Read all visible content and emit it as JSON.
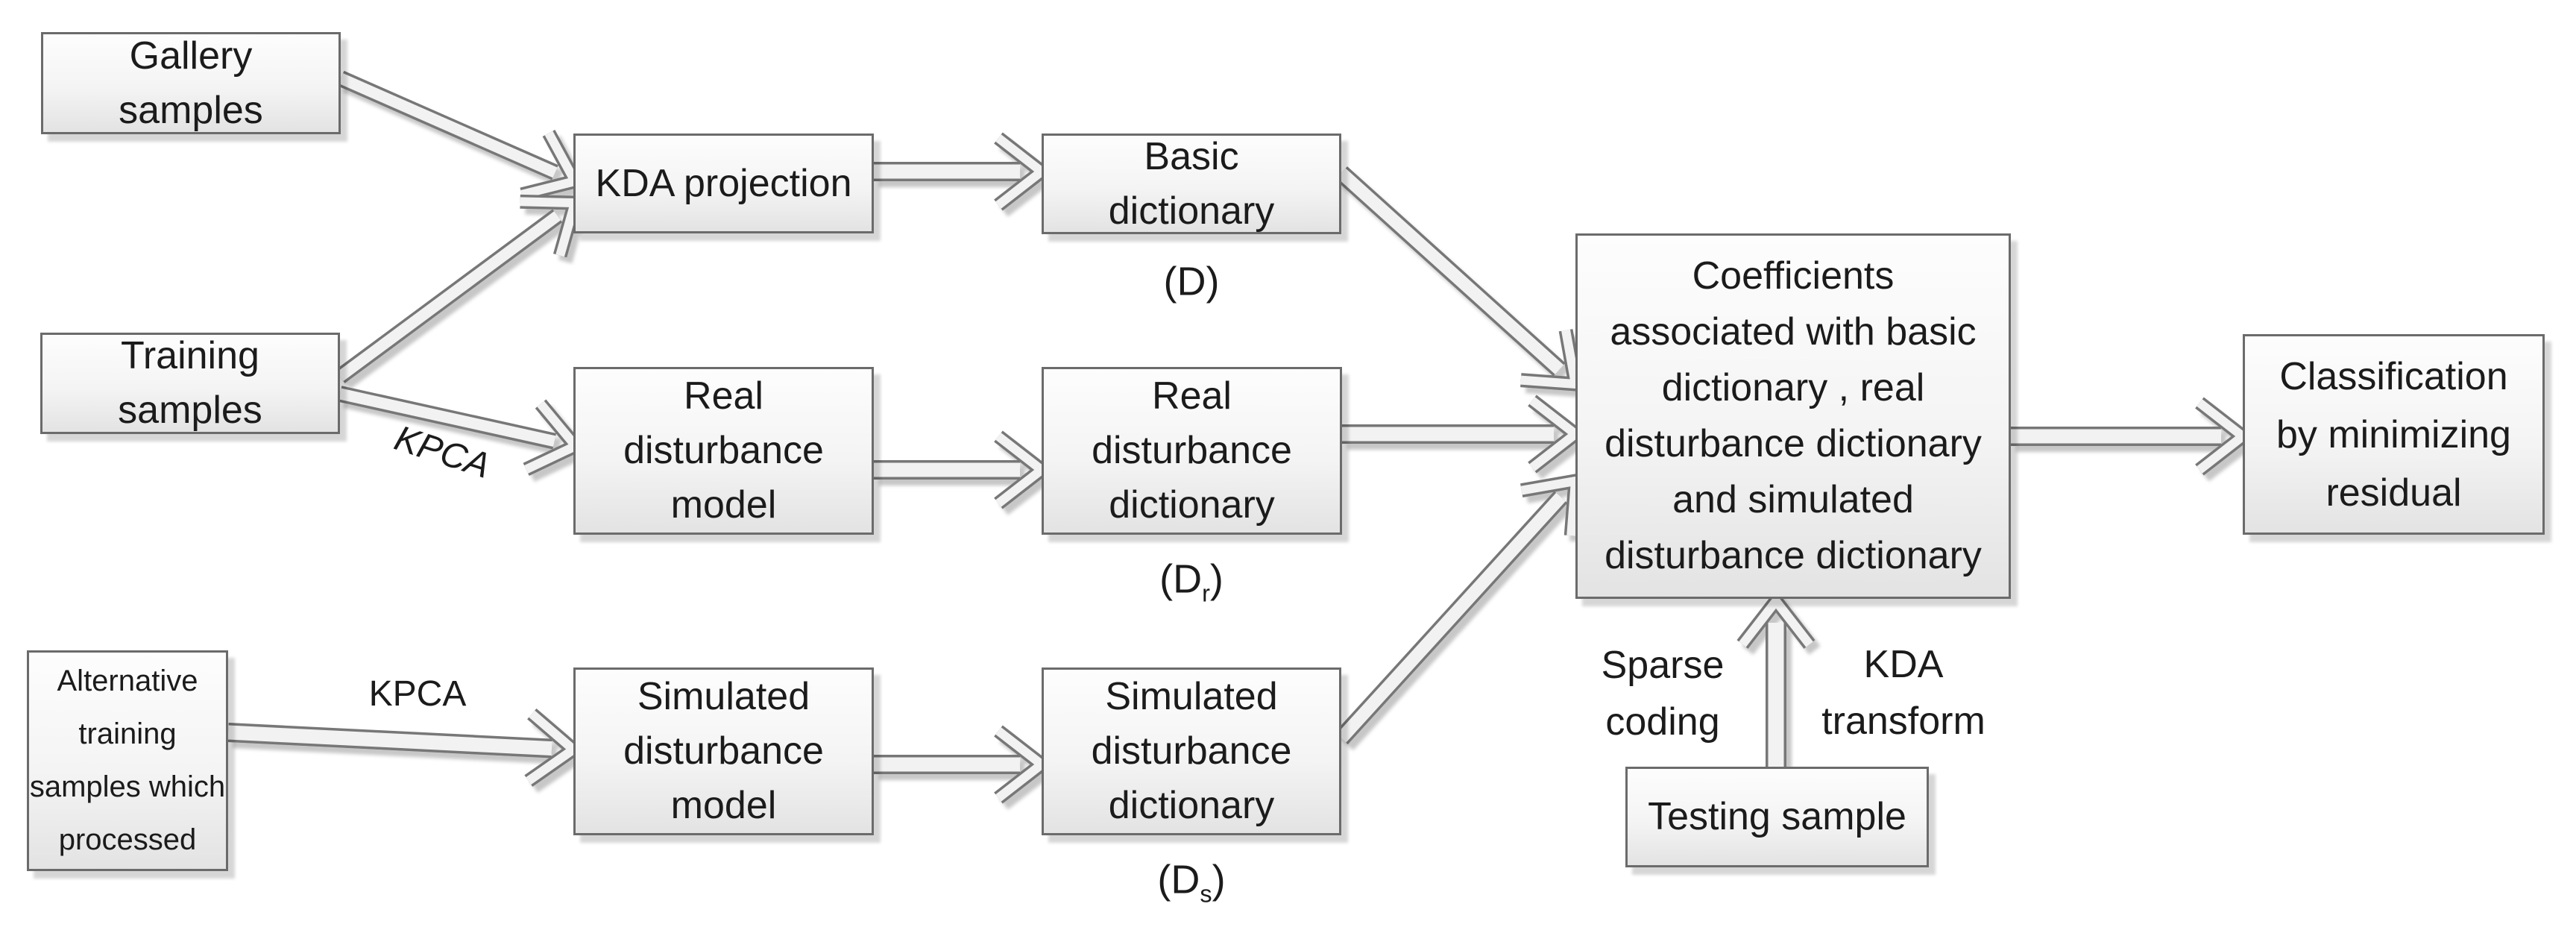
{
  "page": {
    "background": "#ffffff"
  },
  "colors": {
    "box_border": "#6b6b6b",
    "box_fill_top": "#fdfdfd",
    "box_fill_bottom": "#e3e3e3",
    "text": "#1b1b1b",
    "arrow_outline": "#777777",
    "arrow_fill": "#f2f2f2"
  },
  "nodes": {
    "gallery": {
      "text": "Gallery\nsamples"
    },
    "training": {
      "text": "Training\nsamples"
    },
    "alternative": {
      "text": "Alternative\ntraining\nsamples which\nprocessed"
    },
    "kda_projection": {
      "text": "KDA projection"
    },
    "real_model": {
      "text": "Real\ndisturbance\nmodel"
    },
    "sim_model": {
      "text": "Simulated\ndisturbance\nmodel"
    },
    "basic_dict": {
      "text": "Basic\ndictionary"
    },
    "real_dict": {
      "text": "Real\ndisturbance\ndictionary"
    },
    "sim_dict": {
      "text": "Simulated\ndisturbance\ndictionary"
    },
    "coefficients": {
      "text": "Coefficients\nassociated with basic\ndictionary , real\ndisturbance dictionary\nand simulated\ndisturbance dictionary"
    },
    "classification": {
      "text": "Classification\nby minimizing\nresidual"
    },
    "testing": {
      "text": "Testing sample"
    }
  },
  "labels": {
    "d": {
      "pre": "(D",
      "sub": "",
      "post": ")"
    },
    "dr": {
      "pre": "(D",
      "sub": "r",
      "post": ")"
    },
    "ds": {
      "pre": "(D",
      "sub": "s",
      "post": ")"
    },
    "kpca_mid": {
      "text": "KPCA"
    },
    "kpca_bottom": {
      "text": "KPCA"
    },
    "sparse_coding": {
      "text": "Sparse\ncoding"
    },
    "kda_transform": {
      "text": "KDA\ntransform"
    }
  }
}
